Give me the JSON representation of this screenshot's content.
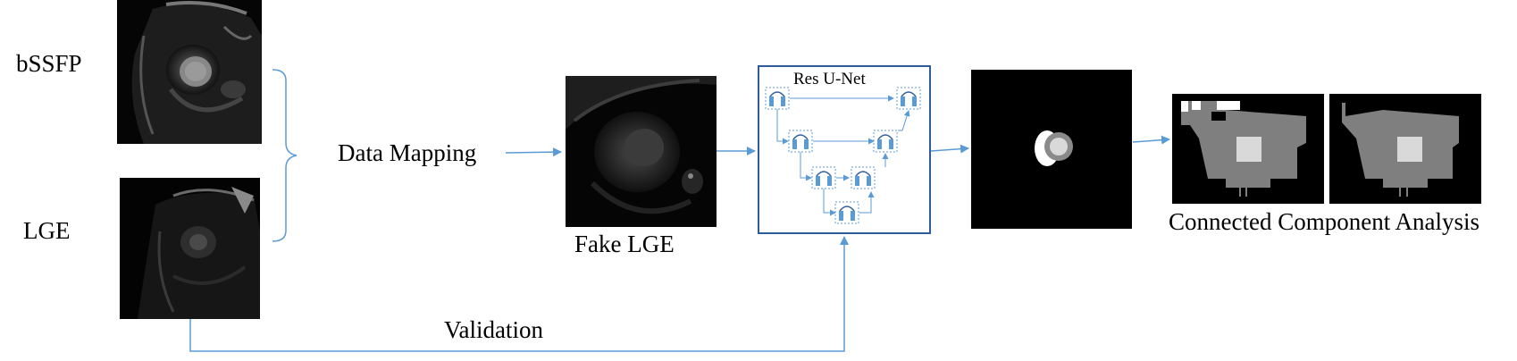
{
  "labels": {
    "bssfp": "bSSFP",
    "lge": "LGE",
    "data_mapping": "Data Mapping",
    "fake_lge": "Fake LGE",
    "res_unet": "Res U-Net",
    "validation": "Validation",
    "cca": "Connected Component Analysis"
  },
  "colors": {
    "arrow": "#5b9bd5",
    "box_border": "#2e5c9a",
    "block_fill": "#5b9bd5",
    "mask_gray": "#7f7f7f",
    "mask_light": "#d9d9d9"
  },
  "icons": {
    "unet_block": "conv-residual-block-icon"
  }
}
